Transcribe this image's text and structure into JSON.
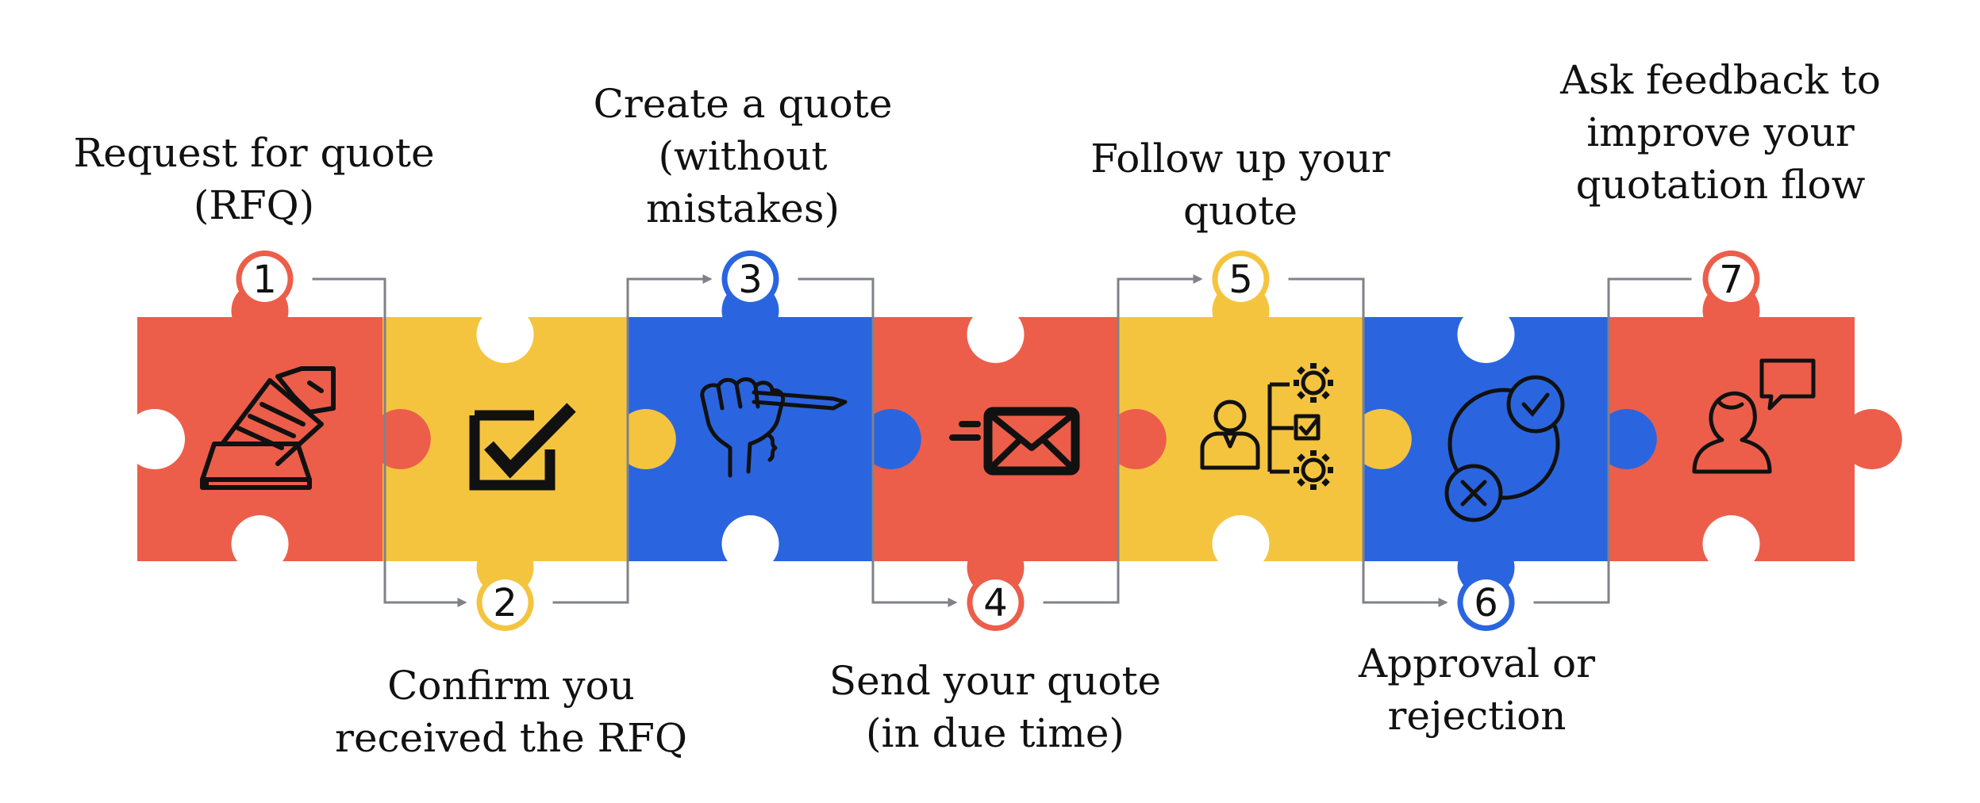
{
  "steps": [
    {
      "number": "1",
      "lines": [
        "Request for quote",
        "(RFQ)"
      ],
      "color": "red",
      "icon": "ballot-box-icon"
    },
    {
      "number": "2",
      "lines": [
        "Confirm you",
        "received the RFQ"
      ],
      "color": "yellow",
      "icon": "checkbox-icon"
    },
    {
      "number": "3",
      "lines": [
        "Create a quote",
        "(without",
        "mistakes)"
      ],
      "color": "blue",
      "icon": "hand-pencil-icon"
    },
    {
      "number": "4",
      "lines": [
        "Send your quote",
        "(in due time)"
      ],
      "color": "red",
      "icon": "envelope-icon"
    },
    {
      "number": "5",
      "lines": [
        "Follow up your",
        "quote"
      ],
      "color": "yellow",
      "icon": "person-gears-icon"
    },
    {
      "number": "6",
      "lines": [
        "Approval or",
        "rejection"
      ],
      "color": "blue",
      "icon": "approve-reject-icon"
    },
    {
      "number": "7",
      "lines": [
        "Ask feedback to",
        "improve your",
        "quotation flow"
      ],
      "color": "red",
      "icon": "person-chat-icon"
    }
  ],
  "colors": {
    "red": "#EC5E4A",
    "yellow": "#F5C43F",
    "blue": "#2A65DF",
    "connector": "#7F8288",
    "icon": "#111111"
  }
}
